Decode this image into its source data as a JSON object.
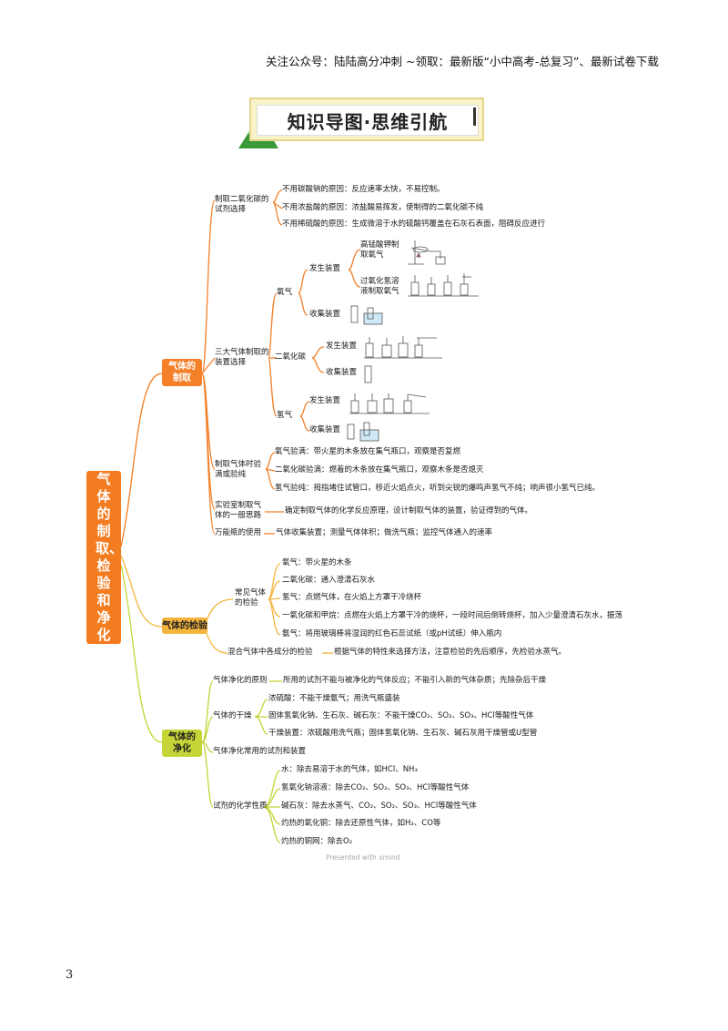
{
  "header": "关注公众号：陆陆高分冲刺 ~领取：最新版“小中高考-总复习”、最新试卷下载",
  "title": "知识导图·思维引航",
  "root": "气体的制取、检验和净化",
  "page_number": "3",
  "footer": "Presented with xmind",
  "cat1": {
    "label": "气体的制取",
    "b1": {
      "label": "制取二氧化碳的试剂选择",
      "items": [
        "不用碳酸钠的原因：反应速率太快，不易控制。",
        "不用浓盐酸的原因：浓盐酸易挥发，使制得的二氧化碳不纯",
        "不用稀硫酸的原因：生成微溶于水的硫酸钙覆盖在石灰石表面，阻碍反应进行"
      ]
    },
    "b2": {
      "label": "三大气体制取的装置选择",
      "o2": {
        "label": "氧气",
        "gen": "发生装置",
        "kmno4": "高锰酸钾制取氧气",
        "h2o2": "过氧化氢溶液制取氧气",
        "collect": "收集装置"
      },
      "co2": {
        "label": "二氧化碳",
        "gen": "发生装置",
        "collect": "收集装置"
      },
      "h2": {
        "label": "氢气",
        "gen": "发生装置",
        "collect": "收集装置"
      }
    },
    "b3": {
      "label": "制取气体时验满或验纯",
      "items": [
        "氧气验满：带火星的木条放在集气瓶口，观察是否复燃",
        "二氧化碳验满：燃着的木条放在集气瓶口，观察木条是否熄灭",
        "氢气验纯：拇指堵住试管口，移近火焰点火，听到尖锐的爆鸣声氢气不纯；响声很小氢气已纯。"
      ]
    },
    "b4": {
      "label": "实验室制取气体的一般思路",
      "text": "确定制取气体的化学反应原理，设计制取气体的装置，验证得到的气体。"
    },
    "b5": {
      "label": "万能瓶的使用",
      "text": "气体收集装置；测量气体体积；做洗气瓶；监控气体通入的速率"
    }
  },
  "cat2": {
    "label": "气体的检验",
    "b1": {
      "label": "常见气体的检验",
      "items": [
        "氧气：带火星的木条",
        "二氧化碳：通入澄清石灰水",
        "氢气：点燃气体，在火焰上方罩干冷烧杯",
        "一氧化碳和甲烷：点燃在火焰上方罩干冷的烧杯，一段时间后倒转烧杯，加入少量澄清石灰水，振荡",
        "氨气：将用玻璃棒将湿润的红色石蕊试纸（或pH试纸）伸入瓶内"
      ]
    },
    "b2": {
      "label": "混合气体中各成分的检验",
      "text": "根据气体的特性来选择方法，注意检验的先后顺序，先检验水蒸气。"
    }
  },
  "cat3": {
    "label": "气体的净化",
    "b1": {
      "label": "气体净化的原则",
      "text": "所用的试剂不能与被净化的气体反应；不能引入新的气体杂质；先除杂后干燥"
    },
    "b2": {
      "label": "气体的干燥",
      "items": [
        "浓硫酸：不能干燥氨气；用洗气瓶盛装",
        "固体氢氧化钠、生石灰、碱石灰：不能干燥CO₂、SO₂、SO₃、HCl等酸性气体",
        "干燥装置：浓硫酸用洗气瓶；固体氢氧化钠、生石灰、碱石灰用干燥管或U型管"
      ]
    },
    "b3": {
      "label": "气体净化常用的试剂和装置"
    },
    "b4": {
      "label": "试剂的化学性质",
      "items": [
        "水：除去易溶于水的气体，如HCl、NH₃",
        "氢氧化钠溶液：除去CO₂、SO₂、SO₃、HCl等酸性气体",
        "碱石灰：除去水蒸气、CO₂、SO₂、SO₃、HCl等酸性气体",
        "灼热的氧化铜：除去还原性气体，如H₂、CO等",
        "灼热的铜网：除去O₂"
      ]
    }
  }
}
